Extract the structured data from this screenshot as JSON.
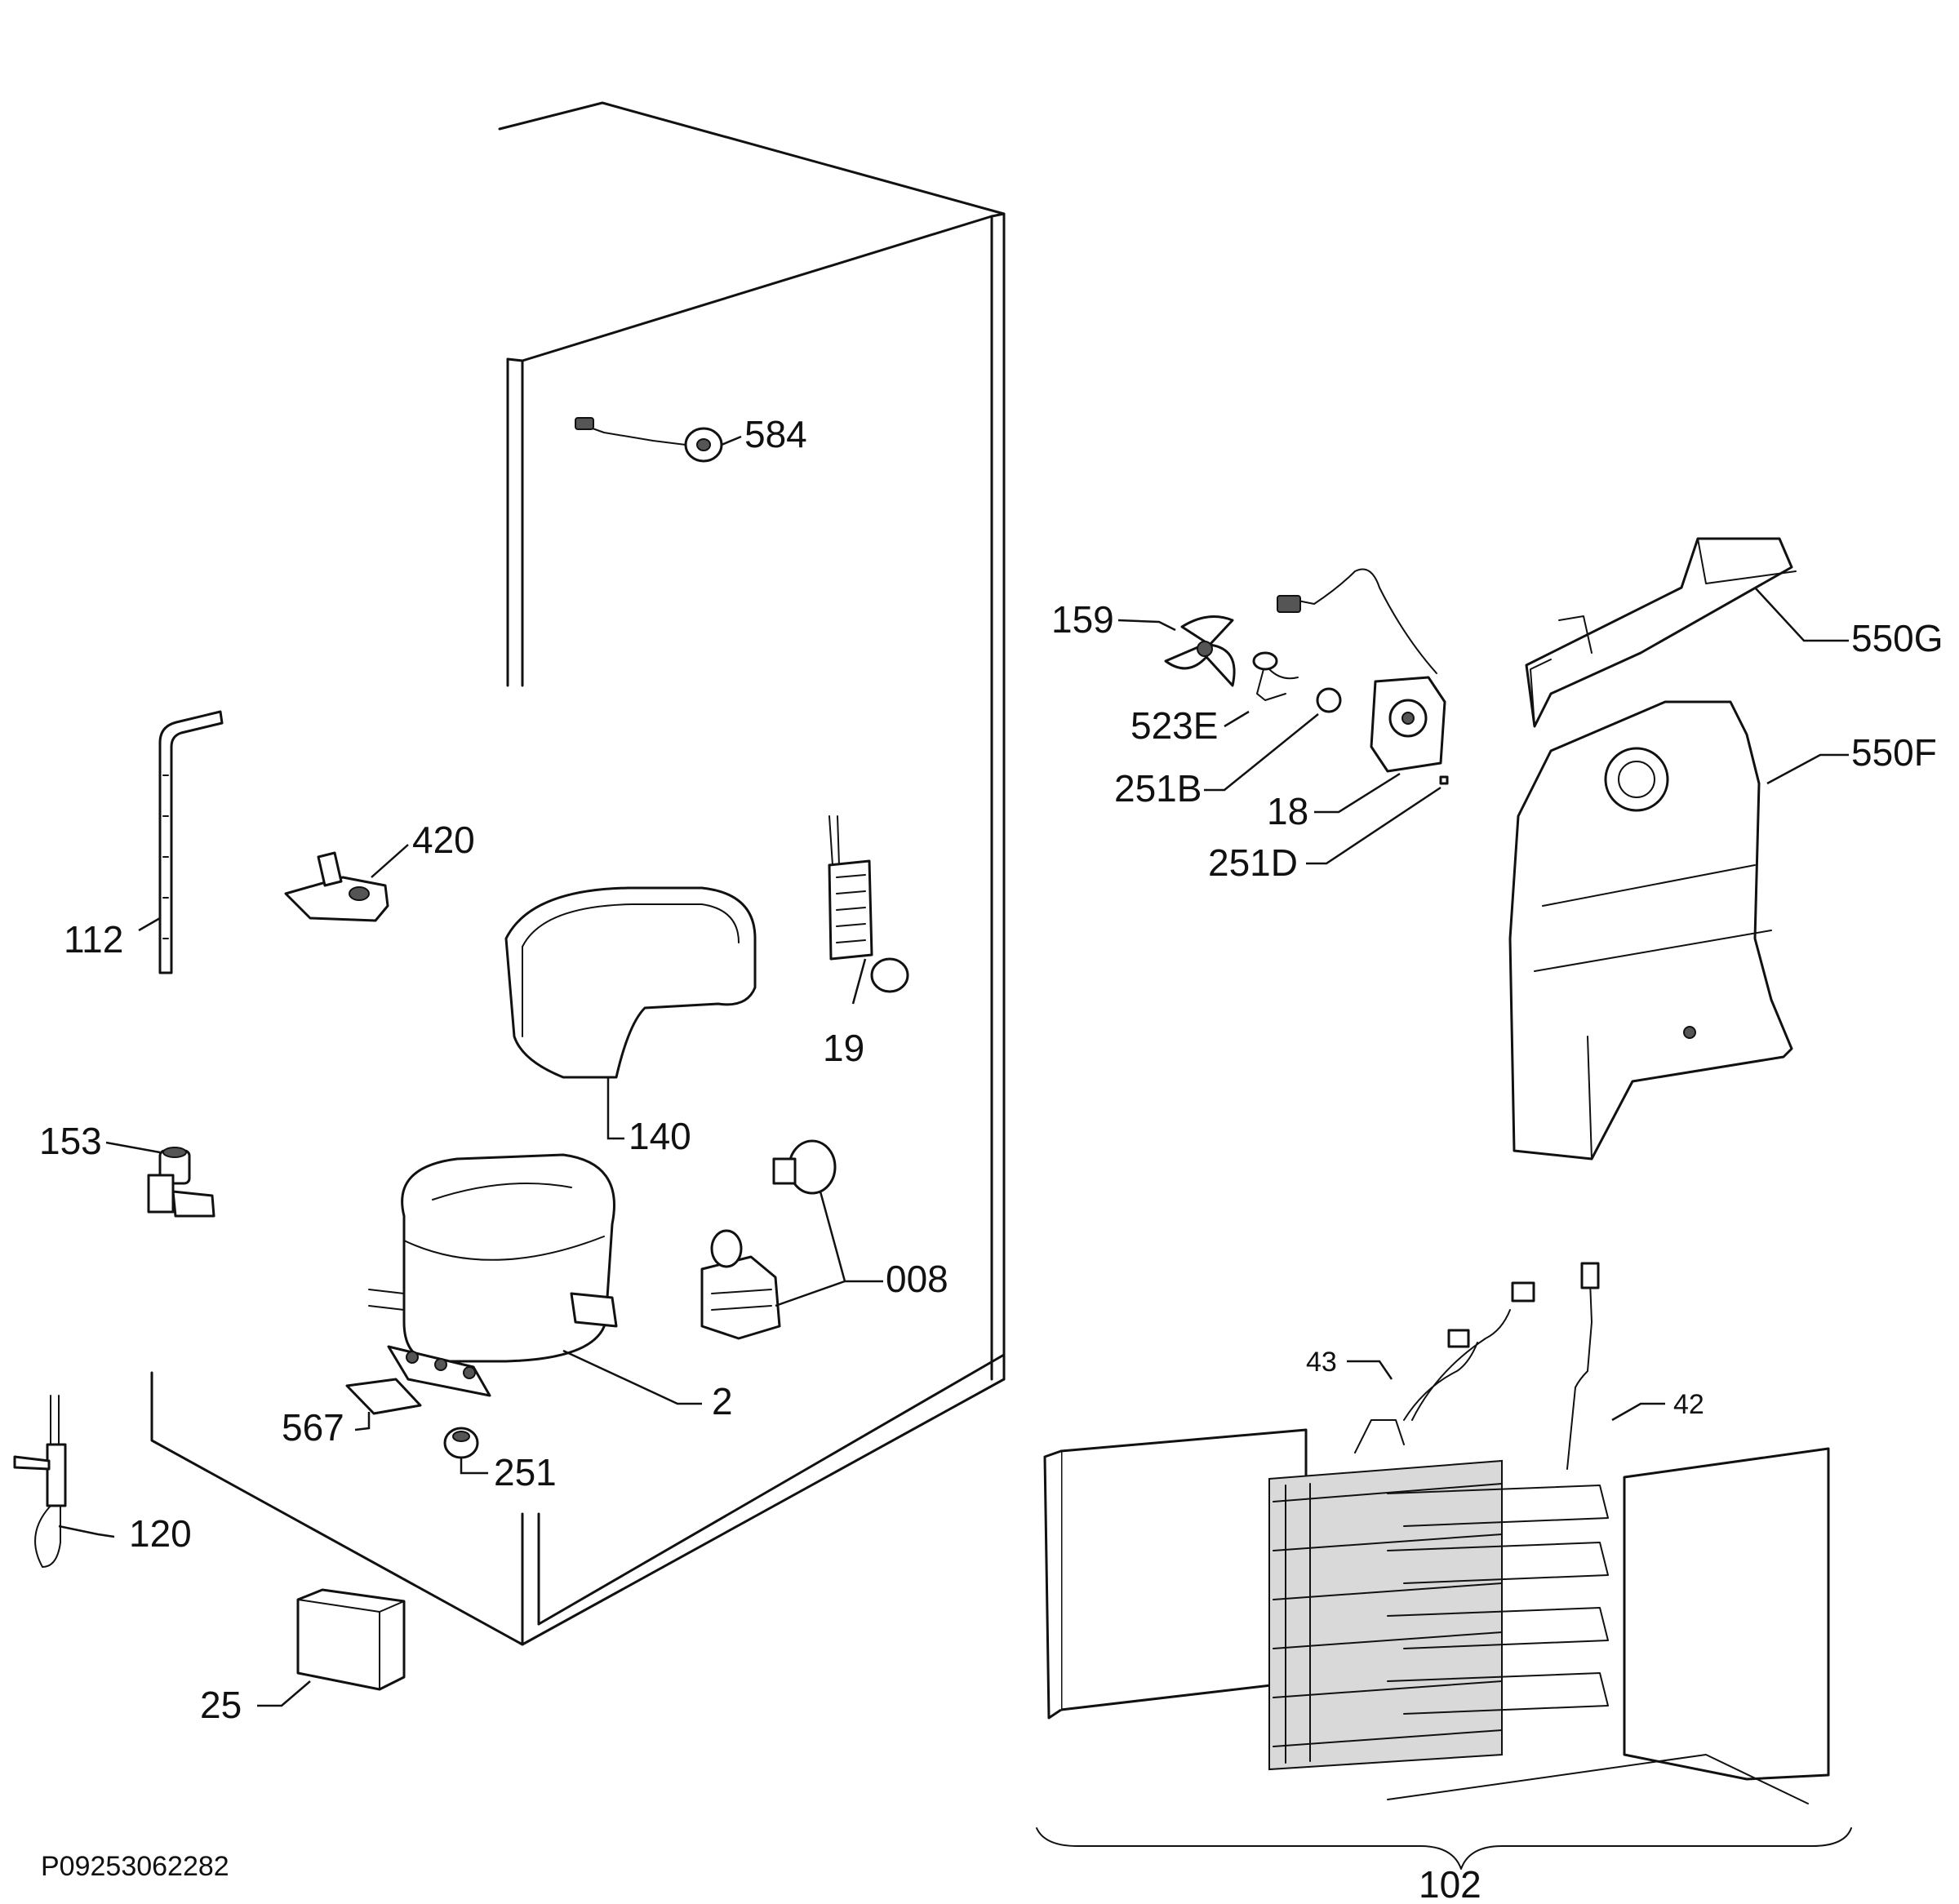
{
  "drawing_code": "P09253062282",
  "callouts": {
    "p584": "584",
    "p420": "420",
    "p112": "112",
    "p140": "140",
    "p19": "19",
    "p153": "153",
    "p008": "008",
    "p2": "2",
    "p567": "567",
    "p251": "251",
    "p120": "120",
    "p25": "25",
    "p159": "159",
    "p523E": "523E",
    "p251B": "251B",
    "p18": "18",
    "p251D": "251D",
    "p550G": "550G",
    "p550F": "550F",
    "p43": "43",
    "p42": "42",
    "p102": "102"
  }
}
